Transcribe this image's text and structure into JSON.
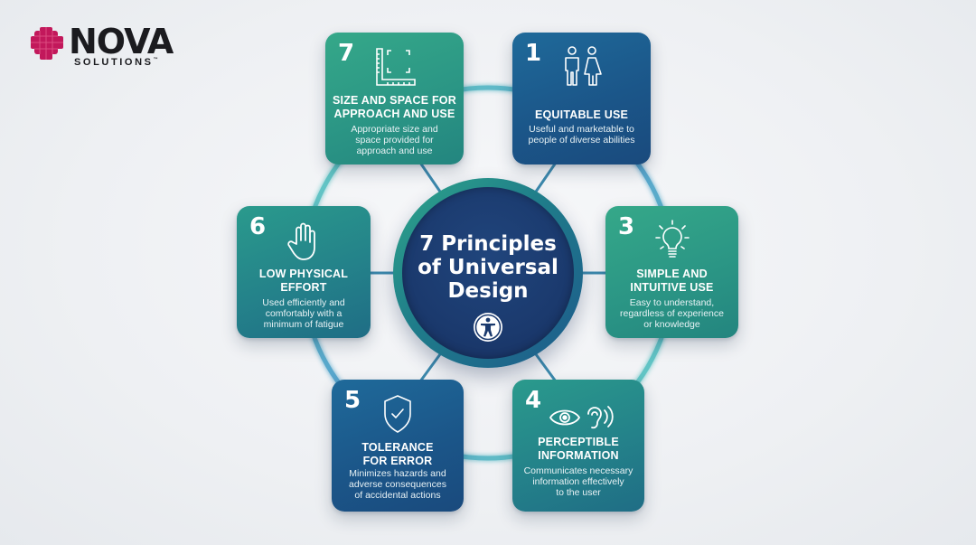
{
  "logo": {
    "brand": "NOVA",
    "sub": "SOLUTIONS",
    "tm": "™",
    "colors": {
      "mark": "#c2185b",
      "text": "#1b1b1f"
    }
  },
  "center": {
    "title_lines": [
      "7 Principles",
      "of Universal",
      "Design"
    ],
    "icon": "accessibility-icon"
  },
  "principles": [
    {
      "number": "1",
      "title_lines": [
        "EQUITABLE USE"
      ],
      "desc_lines": [
        "Useful and marketable to",
        "people of diverse abilities"
      ],
      "icon": "people-icon",
      "color": "#1b5689"
    },
    {
      "number": "3",
      "title_lines": [
        "SIMPLE AND",
        "INTUITIVE USE"
      ],
      "desc_lines": [
        "Easy to understand,",
        "regardless of experience",
        "or knowledge"
      ],
      "icon": "lightbulb-icon",
      "color": "#2b9685"
    },
    {
      "number": "4",
      "title_lines": [
        "PERCEPTIBLE",
        "INFORMATION"
      ],
      "desc_lines": [
        "Communicates necessary",
        "information effectively",
        "to the user"
      ],
      "icon": "eye-ear-icon",
      "color": "#24828a"
    },
    {
      "number": "5",
      "title_lines": [
        "TOLERANCE",
        "FOR ERROR"
      ],
      "desc_lines": [
        "Minimizes hazards and",
        "adverse consequences",
        "of accidental actions"
      ],
      "icon": "shield-check-icon",
      "color": "#1b5689"
    },
    {
      "number": "6",
      "title_lines": [
        "LOW PHYSICAL",
        "EFFORT"
      ],
      "desc_lines": [
        "Used efficiently and",
        "comfortably with a",
        "minimum of fatigue"
      ],
      "icon": "hand-icon",
      "color": "#24828a"
    },
    {
      "number": "7",
      "title_lines": [
        "SIZE AND SPACE FOR",
        "APPROACH AND USE"
      ],
      "desc_lines": [
        "Appropriate size and",
        "space provided for",
        "approach and use"
      ],
      "icon": "ruler-space-icon",
      "color": "#2b9685"
    }
  ]
}
